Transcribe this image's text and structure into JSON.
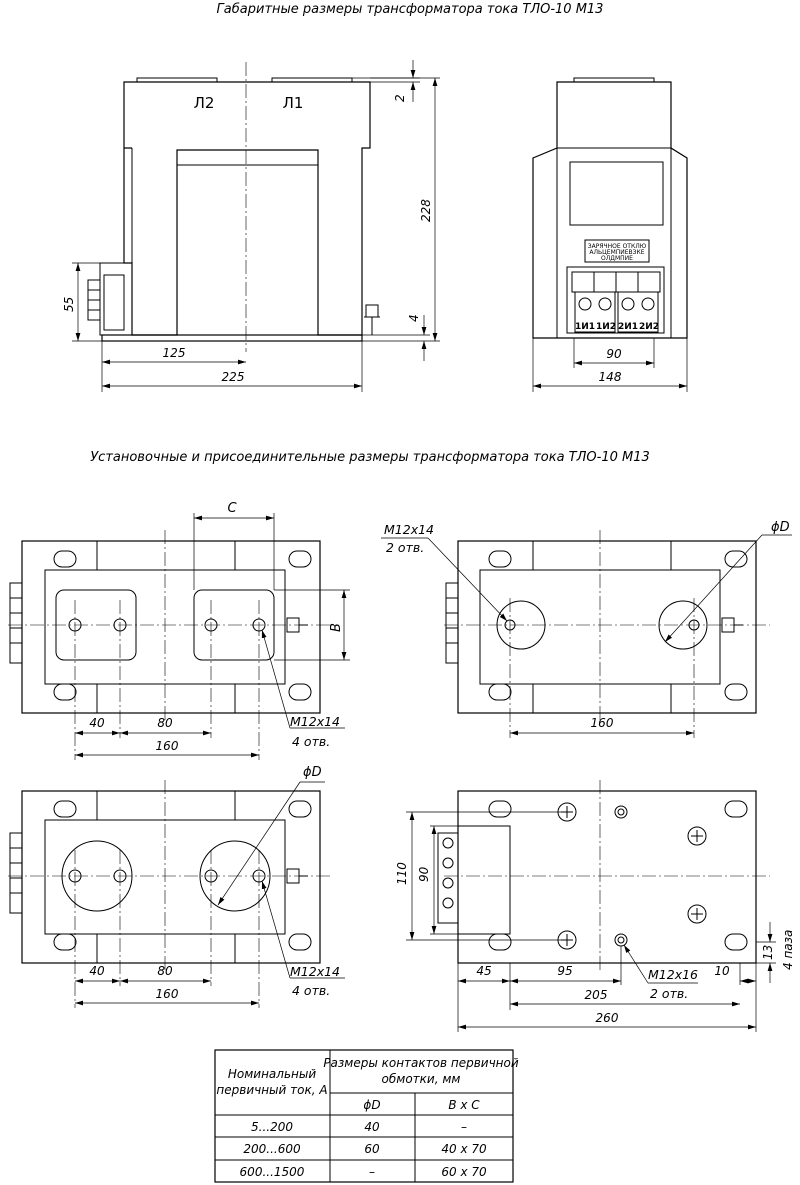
{
  "title_top": "Габаритные размеры трансформатора тока ТЛО-10 М13",
  "title_mid": "Установочные и присоединительные размеры трансформатора тока ТЛО-10 М13",
  "front_view": {
    "label_l2": "Л2",
    "label_l1": "Л1",
    "dim_2": "2",
    "dim_228": "228",
    "dim_55": "55",
    "dim_4": "4",
    "dim_125": "125",
    "dim_225": "225"
  },
  "side_view": {
    "terminals": [
      "1И1",
      "1И2",
      "2И1",
      "2И2"
    ],
    "nameplate": [
      "ЗАРЯЧНОЕ ОТКЛЮ",
      "АЛЬЦЕМПИЕВЗКЕ",
      "ОЛДМПИЕ"
    ],
    "dim_90": "90",
    "dim_148": "148"
  },
  "view_a": {
    "dim_c": "C",
    "dim_b": "B",
    "dim_40": "40",
    "dim_80": "80",
    "dim_160": "160",
    "thread": "М12x14",
    "holes": "4 отв."
  },
  "view_b": {
    "thread": "М12x14",
    "holes": "2 отв.",
    "dia": "ϕD",
    "dim_160": "160"
  },
  "view_c": {
    "dia": "ϕD",
    "dim_40": "40",
    "dim_80": "80",
    "dim_160": "160",
    "thread": "М12x14",
    "holes": "4 отв."
  },
  "view_d": {
    "dim_110": "110",
    "dim_90": "90",
    "dim_45": "45",
    "dim_95": "95",
    "dim_205": "205",
    "dim_260": "260",
    "dim_10": "10",
    "dim_13": "13",
    "groove": "4 паза",
    "thread": "М12x16",
    "holes": "2 отв."
  },
  "table": {
    "col1_header_line1": "Номинальный",
    "col1_header_line2": "первичный ток, А",
    "col2_header_line1": "Размеры контактов первичной",
    "col2_header_line2": "обмотки, мм",
    "sub_d": "ϕD",
    "sub_bc": "В х С",
    "rows": [
      {
        "current": "5...200",
        "d": "40",
        "bc": "–"
      },
      {
        "current": "200...600",
        "d": "60",
        "bc": "40 х 70"
      },
      {
        "current": "600...1500",
        "d": "–",
        "bc": "60 х 70"
      }
    ]
  }
}
